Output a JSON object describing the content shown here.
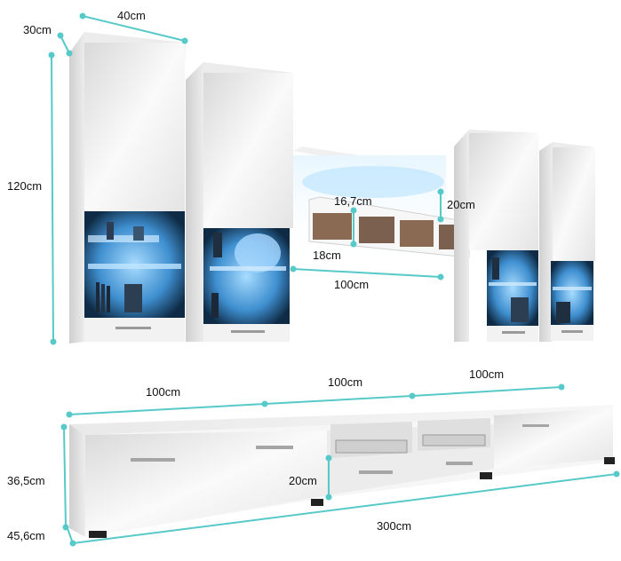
{
  "labels": {
    "top_width": "40cm",
    "top_depth": "30cm",
    "top_height": "120cm",
    "shelf_height": "16,7cm",
    "shelf_gap": "20cm",
    "shelf_depth": "18cm",
    "shelf_width": "100cm",
    "tv_seg1": "100cm",
    "tv_seg2": "100cm",
    "tv_seg3": "100cm",
    "tv_height": "36,5cm",
    "tv_drawer_gap": "20cm",
    "tv_depth": "45,6cm",
    "tv_total": "300cm"
  },
  "colors": {
    "measure_line": "#57c9c9",
    "cabinet_white": "#f3f3f3",
    "led_blue": "#3aa8ff"
  }
}
